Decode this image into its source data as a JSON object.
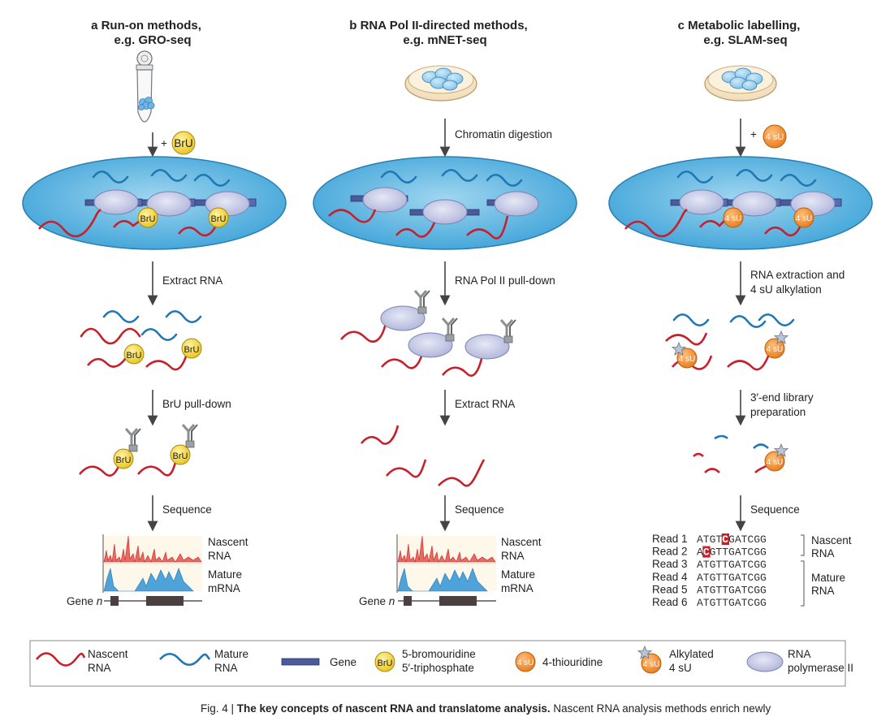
{
  "panels": [
    {
      "letter": "a",
      "title_l1": "Run-on methods,",
      "title_l2": "e.g. GRO-seq",
      "steps": {
        "s0": "+",
        "s1": "Extract RNA",
        "s2": "BrU pull-down",
        "s3": "Sequence"
      },
      "reagent": "BrU"
    },
    {
      "letter": "b",
      "title_l1": "RNA Pol II-directed methods,",
      "title_l2": "e.g. mNET-seq",
      "steps": {
        "s0": "Chromatin digestion",
        "s1": "RNA Pol II pull-down",
        "s2": "Extract RNA",
        "s3": "Sequence"
      }
    },
    {
      "letter": "c",
      "title_l1": "Metabolic labelling,",
      "title_l2": "e.g. SLAM-seq",
      "steps": {
        "s0": "+",
        "s1a": "RNA extraction and",
        "s1b": "4 sU alkylation",
        "s2a": "3′-end library",
        "s2b": "preparation",
        "s3": "Sequence"
      },
      "reagent": "4 sU"
    }
  ],
  "tracks": {
    "nascent_l1": "Nascent",
    "nascent_l2": "RNA",
    "mature_l1": "Mature",
    "mature_l2": "mRNA",
    "gene": "Gene",
    "gene_n": "n"
  },
  "reads": [
    {
      "label": "Read 1",
      "pre": "ATGT",
      "mut": "C",
      "post": "GATCGG"
    },
    {
      "label": "Read 2",
      "pre": "A",
      "mut": "C",
      "post": "GTTGATCGG"
    },
    {
      "label": "Read 3",
      "seq": "ATGTTGATCGG"
    },
    {
      "label": "Read 4",
      "seq": "ATGTTGATCGG"
    },
    {
      "label": "Read 5",
      "seq": "ATGTTGATCGG"
    },
    {
      "label": "Read 6",
      "seq": "ATGTTGATCGG"
    }
  ],
  "read_groups": {
    "nascent_l1": "Nascent",
    "nascent_l2": "RNA",
    "mature_l1": "Mature",
    "mature_l2": "RNA"
  },
  "labels": {
    "brU": "BrU",
    "foursu": "4 sU"
  },
  "legend": {
    "nascent_l1": "Nascent",
    "nascent_l2": "RNA",
    "mature_l1": "Mature",
    "mature_l2": "RNA",
    "gene": "Gene",
    "bru_sym": "BrU",
    "bru_l1": "5-bromouridine",
    "bru_l2": "5′-triphosphate",
    "sU_sym": "4 sU",
    "sU": "4-thiouridine",
    "alk_sym": "4 sU",
    "alk_l1": "Alkylated",
    "alk_l2": "4 sU",
    "pol_l1": "RNA",
    "pol_l2": "polymerase II"
  },
  "caption": {
    "fig": "Fig. 4 | ",
    "bold": "The key concepts of nascent RNA and translatome analysis.",
    "rest": " Nascent RNA analysis methods enrich newly"
  },
  "colors": {
    "nascent": "#c8202b",
    "mature": "#1f77b4",
    "nucleus": "#5bb4df",
    "bru": "#f2d232",
    "foursu": "#f08a24",
    "pol": "#c9cde8",
    "gene": "#4a5a9a"
  }
}
